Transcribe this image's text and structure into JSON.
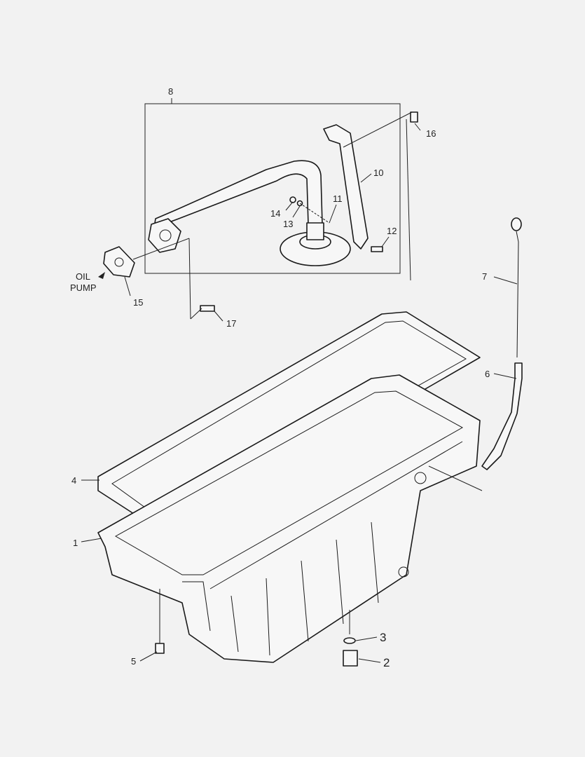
{
  "diagram": {
    "background": "#f2f2f2",
    "callouts": {
      "c1": "1",
      "c2": "2",
      "c3": "3",
      "c4": "4",
      "c5": "5",
      "c6": "6",
      "c7": "7",
      "c8": "8",
      "c10": "10",
      "c11": "11",
      "c12": "12",
      "c13": "13",
      "c14": "14",
      "c15": "15",
      "c16": "16",
      "c17": "17"
    },
    "oil_pump_line1": "OIL",
    "oil_pump_line2": "PUMP"
  }
}
